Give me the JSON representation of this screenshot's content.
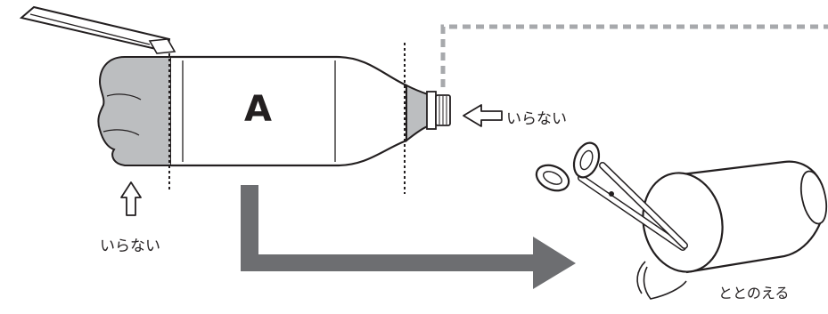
{
  "labels": {
    "bottle_letter": "A",
    "cap_side_note": "いらない",
    "bottom_side_note": "いらない",
    "trim_note": "ととのえる"
  },
  "colors": {
    "outline": "#231f20",
    "discard_fill": "#bcbec0",
    "arrow_fill": "#6d6e71",
    "dashed_line": "#a7a9ac"
  },
  "icons": [
    "cutter-knife-icon",
    "scissors-icon",
    "hollow-arrow-left-icon",
    "hollow-arrow-up-icon"
  ]
}
